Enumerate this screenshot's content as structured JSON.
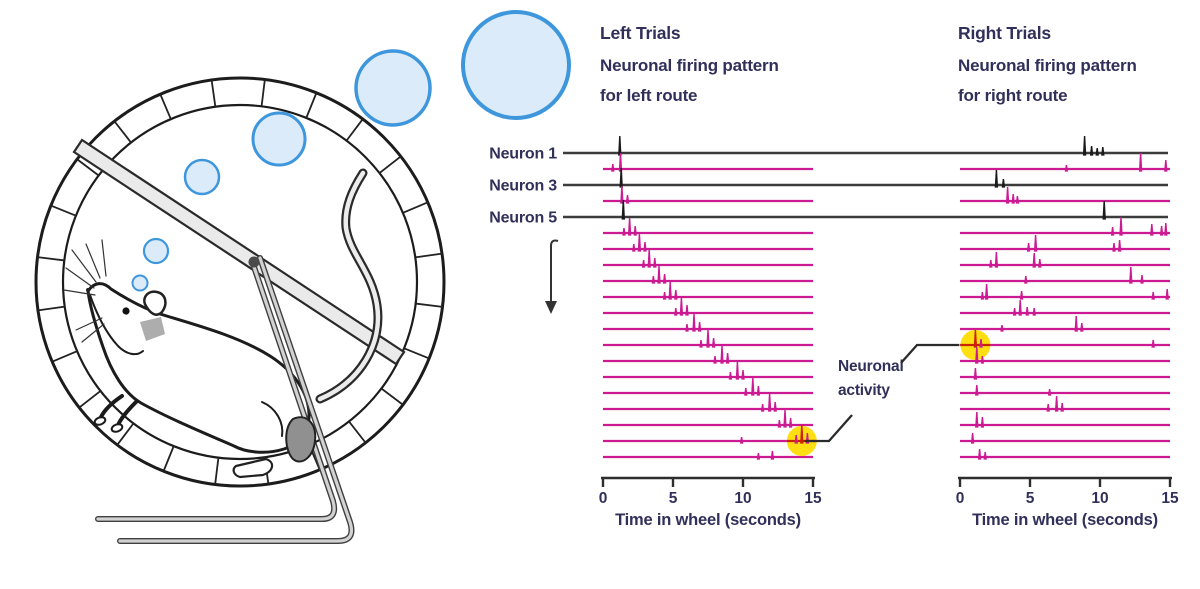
{
  "figure_labels": {
    "activity_label": [
      "Neuronal",
      "activity"
    ]
  },
  "colors": {
    "magenta": "#cb1a92",
    "neuron_line": "#3c3c3c",
    "spike_black": "#1a1a1a",
    "navy_text": "#30305a",
    "highlight_yellow": "#ffdf12",
    "highlight_red": "#c92400",
    "axis": "#2e2e2e",
    "bubble_fill": "#dcebf9",
    "bubble_stroke": "#3e97dc"
  },
  "chart_data": [
    {
      "type": "raster",
      "side": "left",
      "title": "Left Trials",
      "subtitle": [
        "Neuronal firing pattern",
        "for left route"
      ],
      "xlabel": "Time in wheel (seconds)",
      "xlim": [
        0,
        15
      ],
      "xticks": [
        0,
        5,
        10,
        15
      ],
      "neuron_row_labels": {
        "0": "Neuron 1",
        "2": "Neuron 3",
        "4": "Neuron 5"
      },
      "black_rows": [
        0,
        2,
        4
      ],
      "n_rows": 20,
      "highlight": {
        "row": 18,
        "t": 14.2,
        "label": "Neuronal activity"
      },
      "rows": [
        [
          [
            1.2,
            17
          ]
        ],
        [
          [
            0.7,
            5
          ],
          [
            1.25,
            16
          ]
        ],
        [
          [
            1.3,
            17
          ]
        ],
        [
          [
            1.35,
            15
          ],
          [
            1.75,
            6
          ]
        ],
        [
          [
            1.45,
            17
          ]
        ],
        [
          [
            1.5,
            5
          ],
          [
            1.9,
            15
          ],
          [
            2.3,
            7
          ]
        ],
        [
          [
            2.2,
            5
          ],
          [
            2.6,
            15
          ],
          [
            3.0,
            7
          ]
        ],
        [
          [
            2.9,
            5
          ],
          [
            3.3,
            15
          ],
          [
            3.7,
            7
          ]
        ],
        [
          [
            3.6,
            5
          ],
          [
            4.0,
            15
          ],
          [
            4.4,
            7
          ]
        ],
        [
          [
            4.4,
            5
          ],
          [
            4.8,
            15
          ],
          [
            5.2,
            7
          ]
        ],
        [
          [
            5.2,
            5
          ],
          [
            5.6,
            15
          ],
          [
            6.0,
            8
          ]
        ],
        [
          [
            6.0,
            5
          ],
          [
            6.5,
            15
          ],
          [
            6.9,
            7
          ]
        ],
        [
          [
            7.0,
            5
          ],
          [
            7.5,
            15
          ],
          [
            7.9,
            7
          ]
        ],
        [
          [
            8.0,
            5
          ],
          [
            8.5,
            15
          ],
          [
            8.9,
            8
          ]
        ],
        [
          [
            9.1,
            5
          ],
          [
            9.6,
            15
          ],
          [
            10.0,
            7
          ]
        ],
        [
          [
            10.2,
            5
          ],
          [
            10.7,
            15
          ],
          [
            11.1,
            7
          ]
        ],
        [
          [
            11.4,
            5
          ],
          [
            11.9,
            15
          ],
          [
            12.3,
            7
          ]
        ],
        [
          [
            12.6,
            5
          ],
          [
            13.0,
            15
          ],
          [
            13.4,
            7
          ]
        ],
        [
          [
            9.9,
            4
          ],
          [
            13.8,
            6
          ],
          [
            14.2,
            16
          ],
          [
            14.6,
            8
          ]
        ],
        [
          [
            11.1,
            4
          ],
          [
            12.1,
            6
          ]
        ]
      ]
    },
    {
      "type": "raster",
      "side": "right",
      "title": "Right Trials",
      "subtitle": [
        "Neuronal firing pattern",
        "for right route"
      ],
      "xlabel": "Time in wheel (seconds)",
      "xlim": [
        0,
        15
      ],
      "xticks": [
        0,
        5,
        10,
        15
      ],
      "neuron_row_labels": {
        "0": "Neuron 1",
        "2": "Neuron 3",
        "4": "Neuron 5"
      },
      "black_rows": [
        0,
        2,
        4
      ],
      "n_rows": 20,
      "highlight": {
        "row": 12,
        "t": 1.1,
        "label": "Neuronal activity"
      },
      "rows": [
        [
          [
            8.9,
            17
          ],
          [
            9.4,
            7
          ],
          [
            9.8,
            5
          ],
          [
            10.2,
            6
          ]
        ],
        [
          [
            7.6,
            4
          ],
          [
            12.9,
            16
          ],
          [
            14.7,
            9
          ]
        ],
        [
          [
            2.6,
            15
          ],
          [
            3.1,
            6
          ]
        ],
        [
          [
            3.4,
            14
          ],
          [
            3.8,
            7
          ],
          [
            4.1,
            5
          ]
        ],
        [
          [
            10.3,
            16
          ]
        ],
        [
          [
            10.9,
            6
          ],
          [
            11.5,
            16
          ],
          [
            13.7,
            9
          ],
          [
            14.4,
            7
          ],
          [
            14.7,
            10
          ]
        ],
        [
          [
            4.9,
            6
          ],
          [
            5.4,
            14
          ],
          [
            11.0,
            6
          ],
          [
            11.4,
            9
          ]
        ],
        [
          [
            2.2,
            5
          ],
          [
            2.6,
            13
          ],
          [
            5.3,
            12
          ],
          [
            5.7,
            6
          ]
        ],
        [
          [
            4.7,
            5
          ],
          [
            12.2,
            14
          ],
          [
            13.0,
            6
          ]
        ],
        [
          [
            1.6,
            5
          ],
          [
            1.9,
            13
          ],
          [
            4.4,
            6
          ],
          [
            13.8,
            5
          ],
          [
            14.8,
            8
          ]
        ],
        [
          [
            3.9,
            5
          ],
          [
            4.3,
            13
          ],
          [
            4.8,
            6
          ],
          [
            5.3,
            5
          ]
        ],
        [
          [
            3.0,
            4
          ],
          [
            8.3,
            13
          ],
          [
            8.7,
            6
          ]
        ],
        [
          [
            1.1,
            15
          ],
          [
            1.5,
            6
          ],
          [
            13.8,
            5
          ]
        ],
        [
          [
            1.2,
            14
          ],
          [
            1.6,
            5
          ]
        ],
        [
          [
            1.1,
            9
          ]
        ],
        [
          [
            1.2,
            8
          ],
          [
            6.4,
            4
          ]
        ],
        [
          [
            6.3,
            5
          ],
          [
            6.9,
            13
          ],
          [
            7.3,
            6
          ]
        ],
        [
          [
            1.2,
            13
          ],
          [
            1.6,
            8
          ]
        ],
        [
          [
            0.9,
            8
          ]
        ],
        [
          [
            1.4,
            8
          ],
          [
            1.8,
            5
          ]
        ]
      ]
    }
  ]
}
